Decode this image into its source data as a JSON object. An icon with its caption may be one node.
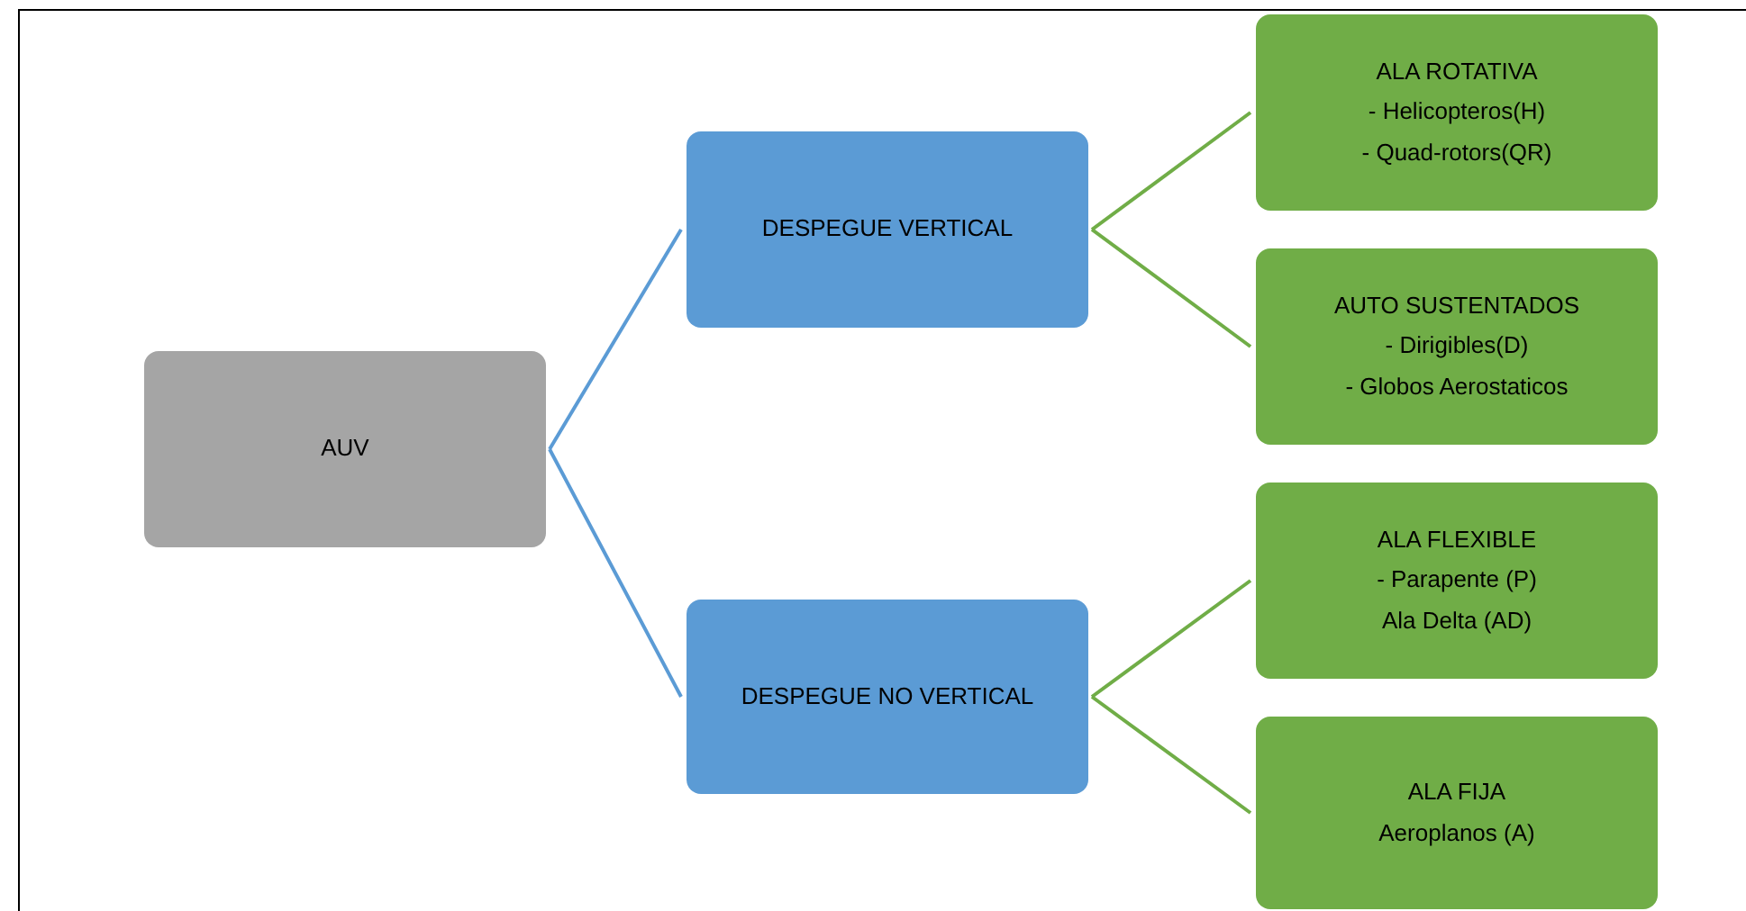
{
  "diagram": {
    "nodes": [
      {
        "text": [
          "AUV"
        ]
      },
      {
        "text": [
          "DESPEGUE VERTICAL"
        ]
      },
      {
        "text": [
          "DESPEGUE NO VERTICAL"
        ]
      },
      {
        "text": [
          "ALA ROTATIVA",
          "- Helicopteros(H)",
          "- Quad-rotors(QR)"
        ]
      },
      {
        "text": [
          "AUTO SUSTENTADOS",
          "- Dirigibles(D)",
          "- Globos Aerostaticos"
        ]
      },
      {
        "text": [
          "ALA FLEXIBLE",
          "- Parapente (P)",
          "Ala Delta (AD)"
        ]
      },
      {
        "text": [
          "ALA FIJA",
          "Aeroplanos (A)"
        ]
      }
    ],
    "edges": [
      {
        "from": 0,
        "to": 1,
        "arrow": "none",
        "color": "#5b9bd5"
      },
      {
        "from": 0,
        "to": 2,
        "arrow": "none",
        "color": "#5b9bd5"
      },
      {
        "from": 1,
        "to": 3,
        "arrow": "none"
      },
      {
        "from": 1,
        "to": 4,
        "arrow": "none"
      },
      {
        "from": 2,
        "to": 5,
        "arrow": "none"
      },
      {
        "from": 2,
        "to": 6,
        "arrow": "none"
      }
    ]
  }
}
